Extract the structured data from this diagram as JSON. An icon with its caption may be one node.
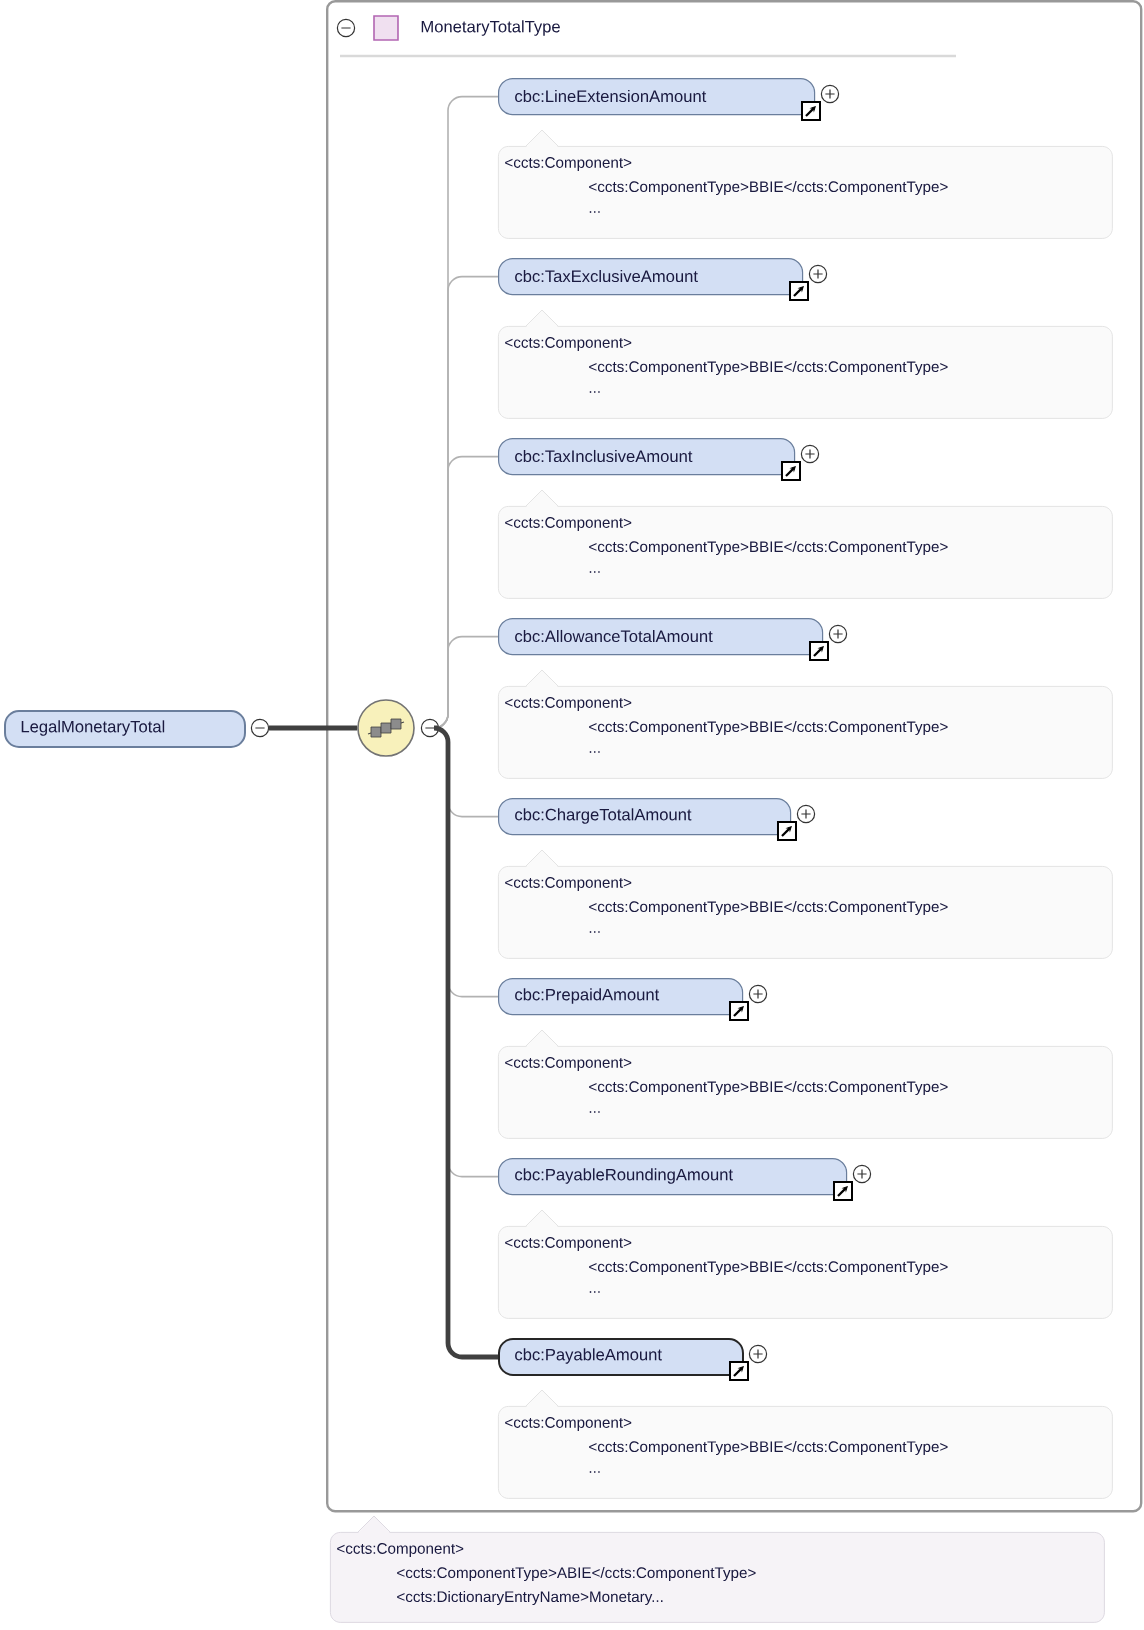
{
  "diagram": {
    "nodes": [
      {
        "text": [
          "LegalMonetaryTotal"
        ]
      },
      {
        "text": [
          "MonetaryTotalType"
        ]
      },
      {
        "text": [],
        "shape": "circle",
        "in": 1
      },
      {
        "text": [
          "cbc:LineExtensionAmount"
        ],
        "in": 1
      },
      {
        "text": [
          "<ccts:Component>",
          "<ccts:ComponentType>BBIE</ccts:ComponentType>",
          "..."
        ],
        "in": 1
      },
      {
        "text": [
          "cbc:TaxExclusiveAmount"
        ],
        "in": 1
      },
      {
        "text": [
          "<ccts:Component>",
          "<ccts:ComponentType>BBIE</ccts:ComponentType>",
          "..."
        ],
        "in": 1
      },
      {
        "text": [
          "cbc:TaxInclusiveAmount"
        ],
        "in": 1
      },
      {
        "text": [
          "<ccts:Component>",
          "<ccts:ComponentType>BBIE</ccts:ComponentType>",
          "..."
        ],
        "in": 1
      },
      {
        "text": [
          "cbc:AllowanceTotalAmount"
        ],
        "in": 1
      },
      {
        "text": [
          "<ccts:Component>",
          "<ccts:ComponentType>BBIE</ccts:ComponentType>",
          "..."
        ],
        "in": 1
      },
      {
        "text": [
          "cbc:ChargeTotalAmount"
        ],
        "in": 1
      },
      {
        "text": [
          "<ccts:Component>",
          "<ccts:ComponentType>BBIE</ccts:ComponentType>",
          "..."
        ],
        "in": 1
      },
      {
        "text": [
          "cbc:PrepaidAmount"
        ],
        "in": 1
      },
      {
        "text": [
          "<ccts:Component>",
          "<ccts:ComponentType>BBIE</ccts:ComponentType>",
          "..."
        ],
        "in": 1
      },
      {
        "text": [
          "cbc:PayableRoundingAmount"
        ],
        "in": 1
      },
      {
        "text": [
          "<ccts:Component>",
          "<ccts:ComponentType>BBIE</ccts:ComponentType>",
          "..."
        ],
        "in": 1
      },
      {
        "text": [
          "cbc:PayableAmount"
        ],
        "in": 1
      },
      {
        "text": [
          "<ccts:Component>",
          "<ccts:ComponentType>BBIE</ccts:ComponentType>",
          "..."
        ],
        "in": 1
      },
      {
        "text": [
          "<ccts:Component>",
          "<ccts:ComponentType>ABIE</ccts:ComponentType>",
          "<ccts:DictionaryEntryName>Monetary..."
        ]
      }
    ],
    "edges": [
      {
        "from": 0,
        "to": 2,
        "arrow": "none",
        "style": "thick",
        "color": "#404040"
      },
      {
        "from": 2,
        "to": 3,
        "arrow": "none"
      },
      {
        "from": 2,
        "to": 5,
        "arrow": "none"
      },
      {
        "from": 2,
        "to": 7,
        "arrow": "none"
      },
      {
        "from": 2,
        "to": 9,
        "arrow": "none"
      },
      {
        "from": 2,
        "to": 11,
        "arrow": "none"
      },
      {
        "from": 2,
        "to": 13,
        "arrow": "none"
      },
      {
        "from": 2,
        "to": 15,
        "arrow": "none"
      },
      {
        "from": 2,
        "to": 17,
        "arrow": "none",
        "style": "thick",
        "color": "#404040"
      }
    ]
  }
}
